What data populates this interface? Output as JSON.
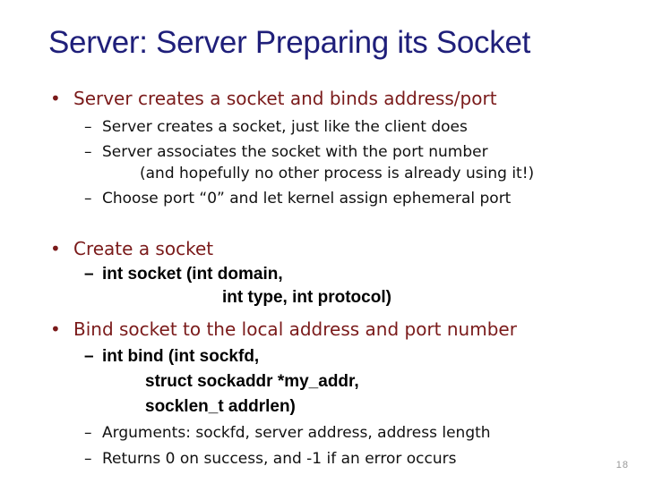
{
  "slide": {
    "title": "Server: Server Preparing its Socket",
    "bullet_symbol": "•",
    "dash_symbol": "–",
    "b1": {
      "text": "Server creates a socket and binds address/port",
      "sub1": "Server creates a socket, just like the client does",
      "sub2": "Server associates the socket with the port number",
      "sub2_cont": "(and hopefully no other process is already using it!)",
      "sub3": "Choose port “0” and let kernel assign ephemeral port"
    },
    "b2": {
      "text": "Create a socket",
      "code1": "int socket (int domain,",
      "code2": "int type, int protocol)"
    },
    "b3": {
      "text": "Bind socket to the local address and port number",
      "code1": "int bind (int sockfd,",
      "code2": "struct sockaddr *my_addr,",
      "code3": "socklen_t addrlen)",
      "sub1": "Arguments: sockfd, server address, address length",
      "sub2": "Returns 0 on success, and -1 if an error occurs"
    },
    "page_number": "18"
  },
  "colors": {
    "title": "#1f1f7a",
    "bullet_text": "#7a1a1a",
    "body_text": "#111111",
    "page_number": "#999999"
  }
}
